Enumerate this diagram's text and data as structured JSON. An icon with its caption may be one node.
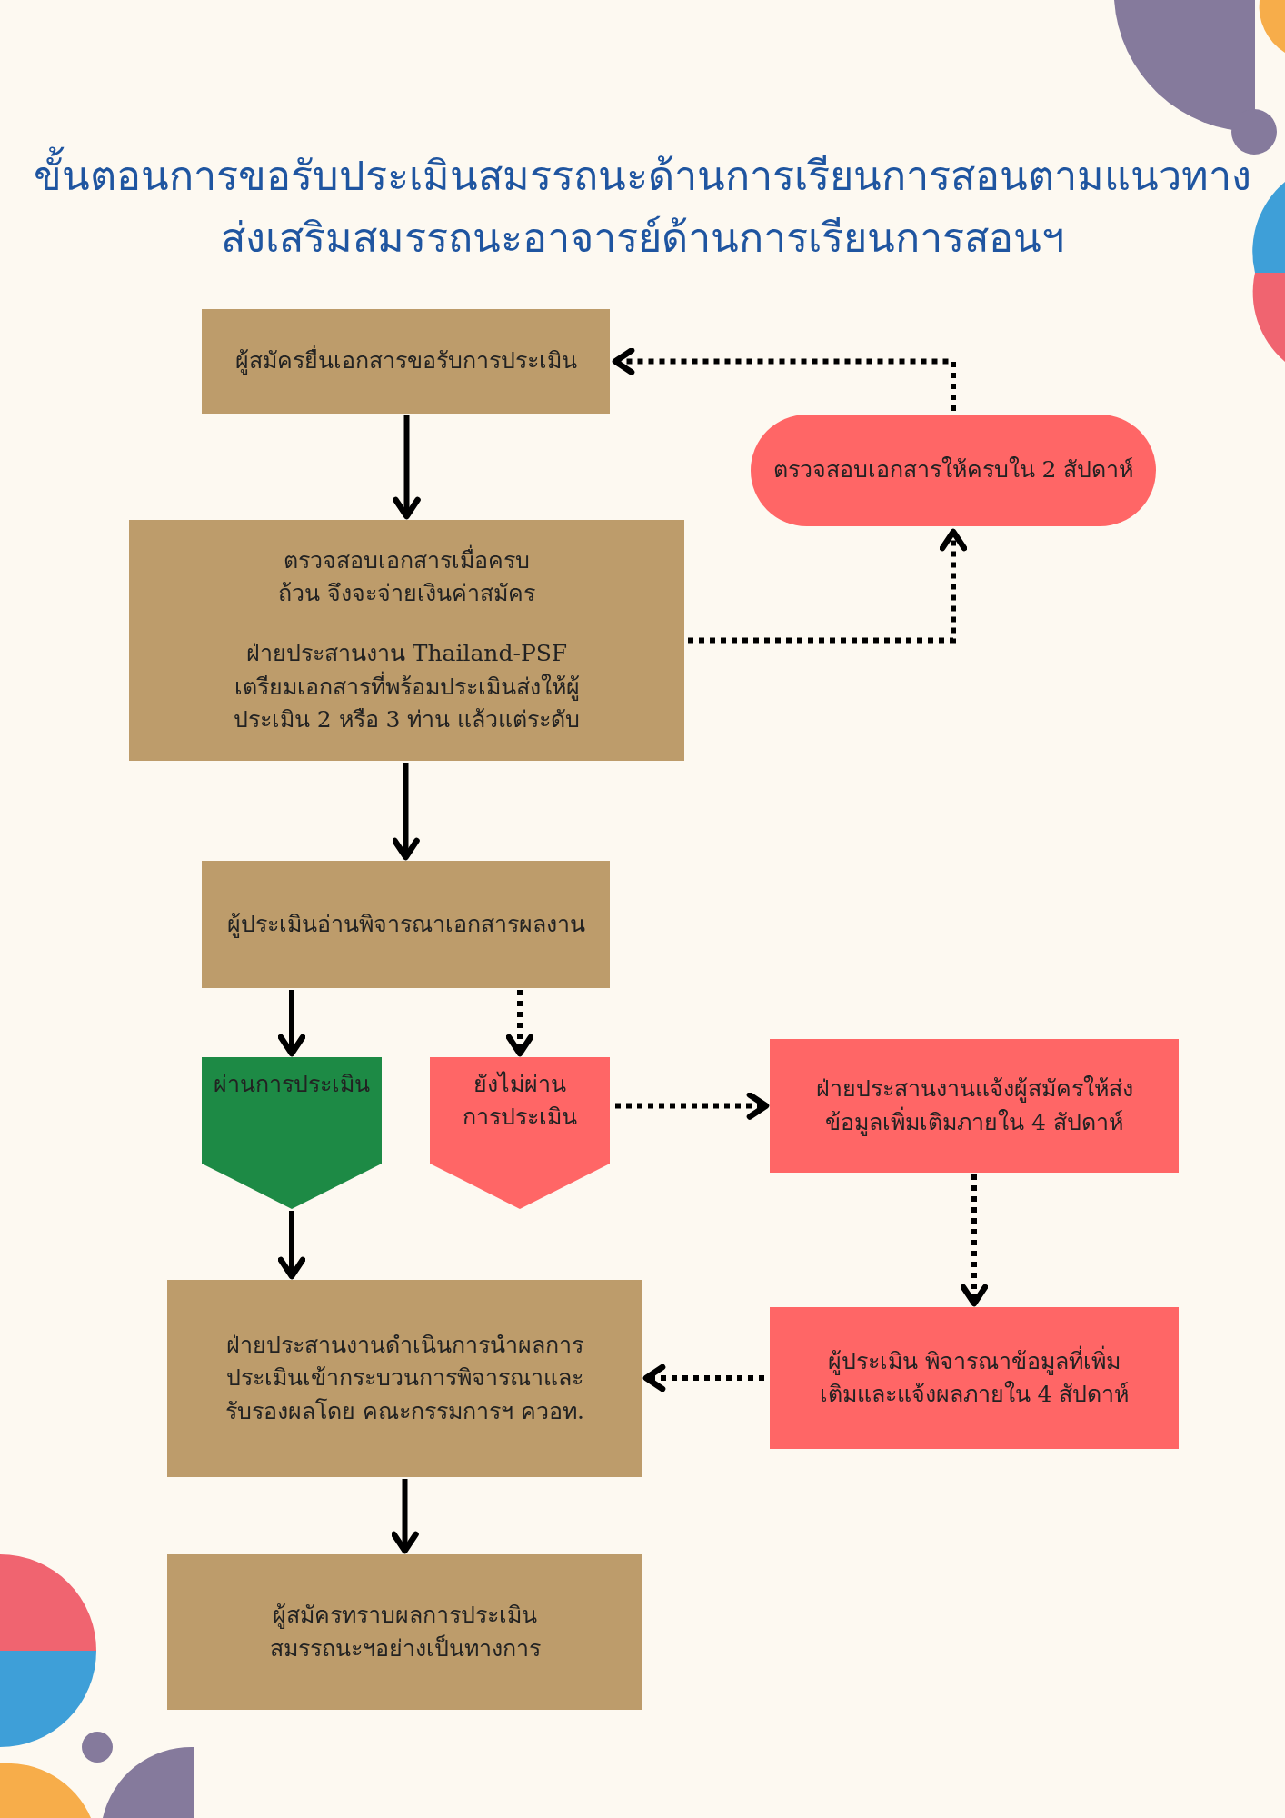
{
  "diagram": {
    "title": "ขั้นตอนการขอรับประเมินสมรรถนะด้านการเรียนการสอนตามแนวทางส่งเสริมสมรรถนะอาจารย์ด้านการเรียนการสอนฯ",
    "nodes": [
      {
        "text": [
          "ผู้สมัครยื่นเอกสารขอรับการประเมิน"
        ]
      },
      {
        "text": [
          "ตรวจสอบเอกสารให้ครบใน 2 สัปดาห์"
        ]
      },
      {
        "text": [
          "ตรวจสอบเอกสารเมื่อครบถ้วน จึงจะจ่ายเงินค่าสมัคร",
          "ฝ่ายประสานงาน Thailand-PSF เตรียมเอกสารที่พร้อมประเมินส่งให้ผู้ประเมิน 2 หรือ 3 ท่าน แล้วแต่ระดับ"
        ]
      },
      {
        "text": [
          "ผู้ประเมินอ่านพิจารณาเอกสารผลงาน"
        ]
      },
      {
        "text": [
          "ผ่านการประเมิน"
        ]
      },
      {
        "text": [
          "ยังไม่ผ่านการประเมิน"
        ]
      },
      {
        "text": [
          "ฝ่ายประสานงานแจ้งผู้สมัครให้ส่งข้อมูลเพิ่มเติมภายใน 4 สัปดาห์"
        ]
      },
      {
        "text": [
          "ฝ่ายประสานงานดำเนินการนำผลการประเมินเข้ากระบวนการพิจารณาและรับรองผลโดย คณะกรรมการฯ ควอท."
        ]
      },
      {
        "text": [
          "ผู้ประเมิน พิจารณาข้อมูลที่เพิ่มเติมและแจ้งผลภายใน 4 สัปดาห์"
        ]
      },
      {
        "text": [
          "ผู้สมัครทราบผลการประเมินสมรรถนะฯอย่างเป็นทางการ"
        ]
      }
    ],
    "edges": [
      {
        "from": 0,
        "to": 2,
        "arrow": "to"
      },
      {
        "from": 2,
        "to": 1,
        "arrow": "to",
        "style": "dashed"
      },
      {
        "from": 1,
        "to": 0,
        "arrow": "to",
        "style": "dashed"
      },
      {
        "from": 2,
        "to": 3,
        "arrow": "to"
      },
      {
        "from": 3,
        "to": 4,
        "arrow": "to"
      },
      {
        "from": 3,
        "to": 5,
        "arrow": "to",
        "style": "dashed"
      },
      {
        "from": 5,
        "to": 6,
        "arrow": "to",
        "style": "dashed"
      },
      {
        "from": 6,
        "to": 8,
        "arrow": "to",
        "style": "dashed"
      },
      {
        "from": 8,
        "to": 7,
        "arrow": "to",
        "style": "dashed"
      },
      {
        "from": 4,
        "to": 7,
        "arrow": "to"
      },
      {
        "from": 7,
        "to": 9,
        "arrow": "to"
      }
    ]
  }
}
